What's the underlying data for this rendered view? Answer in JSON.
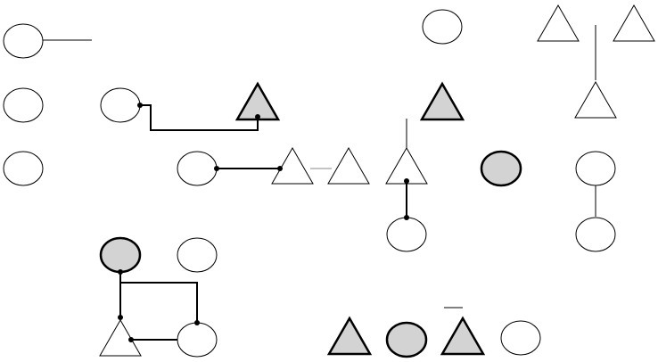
{
  "diagram": {
    "style": {
      "stroke": "#000000",
      "fill_empty": "#ffffff",
      "fill_filled": "#d3d3d3"
    },
    "nodes": [
      {
        "id": "c1",
        "shape": "ellipse",
        "filled": false
      },
      {
        "id": "c2",
        "shape": "ellipse",
        "filled": false
      },
      {
        "id": "c3",
        "shape": "ellipse",
        "filled": false
      },
      {
        "id": "c4",
        "shape": "ellipse",
        "filled": false
      },
      {
        "id": "t1",
        "shape": "triangle",
        "filled": true
      },
      {
        "id": "c5",
        "shape": "ellipse",
        "filled": false
      },
      {
        "id": "t2",
        "shape": "triangle",
        "filled": false
      },
      {
        "id": "t3",
        "shape": "triangle",
        "filled": false
      },
      {
        "id": "c6",
        "shape": "ellipse",
        "filled": false
      },
      {
        "id": "t4",
        "shape": "triangle",
        "filled": true
      },
      {
        "id": "t5",
        "shape": "triangle",
        "filled": false
      },
      {
        "id": "c7",
        "shape": "ellipse",
        "filled": false
      },
      {
        "id": "c8",
        "shape": "ellipse",
        "filled": true
      },
      {
        "id": "t6",
        "shape": "triangle",
        "filled": false
      },
      {
        "id": "t7",
        "shape": "triangle",
        "filled": false
      },
      {
        "id": "t8",
        "shape": "triangle",
        "filled": false
      },
      {
        "id": "c9",
        "shape": "ellipse",
        "filled": false
      },
      {
        "id": "c10",
        "shape": "ellipse",
        "filled": false
      },
      {
        "id": "c11",
        "shape": "ellipse",
        "filled": true
      },
      {
        "id": "c12",
        "shape": "ellipse",
        "filled": false
      },
      {
        "id": "t9",
        "shape": "triangle",
        "filled": false
      },
      {
        "id": "c13",
        "shape": "ellipse",
        "filled": false
      },
      {
        "id": "t10",
        "shape": "triangle",
        "filled": true
      },
      {
        "id": "c14",
        "shape": "ellipse",
        "filled": true
      },
      {
        "id": "t11",
        "shape": "triangle",
        "filled": true
      },
      {
        "id": "c15",
        "shape": "ellipse",
        "filled": false
      }
    ]
  }
}
